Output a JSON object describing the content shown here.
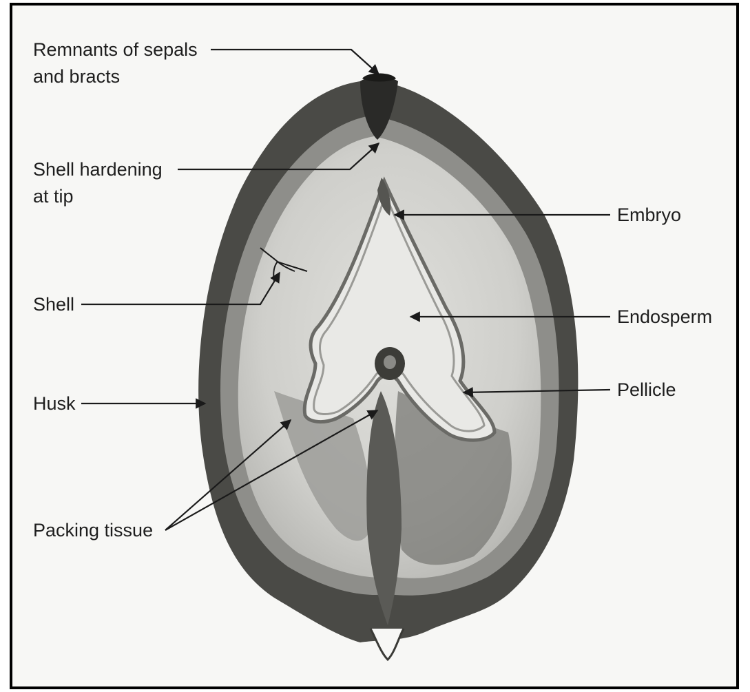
{
  "labels": {
    "remnants_line1": "Remnants of sepals",
    "remnants_line2": "and bracts",
    "shell_hardening_line1": "Shell hardening",
    "shell_hardening_line2": "at tip",
    "shell": "Shell",
    "husk": "Husk",
    "packing_tissue": "Packing tissue",
    "embryo": "Embryo",
    "endosperm": "Endosperm",
    "pellicle": "Pellicle"
  },
  "colors": {
    "frame_border": "#000000",
    "background": "#f7f7f5",
    "husk": "#4a4a46",
    "shell": "#8e8e8a",
    "endosperm": "#d4d4d0",
    "embryo_cavity": "#e9e9e6",
    "packing_tissue": "#6b6b67",
    "text": "#1e1e1e"
  }
}
